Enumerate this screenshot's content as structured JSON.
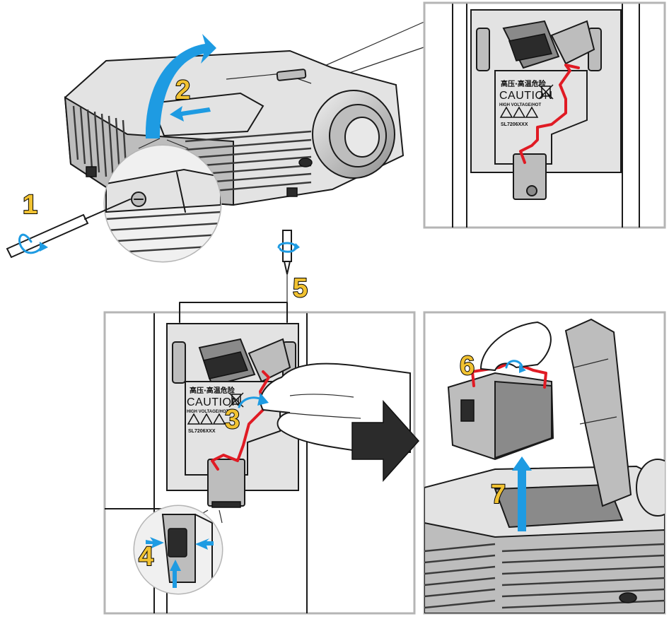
{
  "steps": {
    "s1": "1",
    "s2": "2",
    "s3": "3",
    "s4": "4",
    "s5": "5",
    "s6": "6",
    "s7": "7"
  },
  "lamp_label": {
    "chinese": "高压·高温危险",
    "caution": "CAUTION",
    "voltage": "HIGH VOLTAGE/HOT",
    "part_number": "SL7206XXX"
  },
  "icons": {
    "screwdriver": "screwdriver-icon",
    "rotate": "rotate-arrow-icon",
    "push": "push-arrow-icon",
    "next": "right-arrow-icon",
    "warning": "warning-triangle-icon",
    "disposal": "crossed-bin-icon"
  },
  "colors": {
    "accent_blue": "#1e9be2",
    "wire_red": "#e01b24",
    "number_yellow": "#f1c232",
    "frame_gray": "#b5b5b5"
  }
}
